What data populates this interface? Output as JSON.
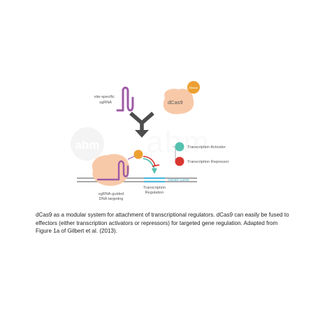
{
  "watermark": {
    "text": "abm"
  },
  "labels": {
    "sgrna": [
      "site-specific",
      "sgRNA"
    ],
    "dcas9": "dCas9",
    "effector": "Effector",
    "activator": "Transcription Activator",
    "repressor": "Transcription Repressor",
    "target_gene": "Target Gene",
    "transcription_regulation": [
      "Transcription",
      "Regulation"
    ],
    "dna_targeting": [
      "sgRNA-guided",
      "DNA targeting"
    ]
  },
  "colors": {
    "dcas9": "#f8c9a9",
    "effector": "#eda032",
    "sgrna": "#9e5aa6",
    "activator": "#55c1b0",
    "repressor": "#d9352f",
    "target_gene": "#4db8d8",
    "arrow": "#4d4d4d",
    "dna": "#a8a8a8"
  },
  "caption": "dCas9 as a modular system for attachment of transcriptional regulators. dCas9 can easily be fused to effectors (either transcription activators or repressors) for targeted gene regulation. Adapted from Figure 1a of Gilbert et al. (2013)."
}
